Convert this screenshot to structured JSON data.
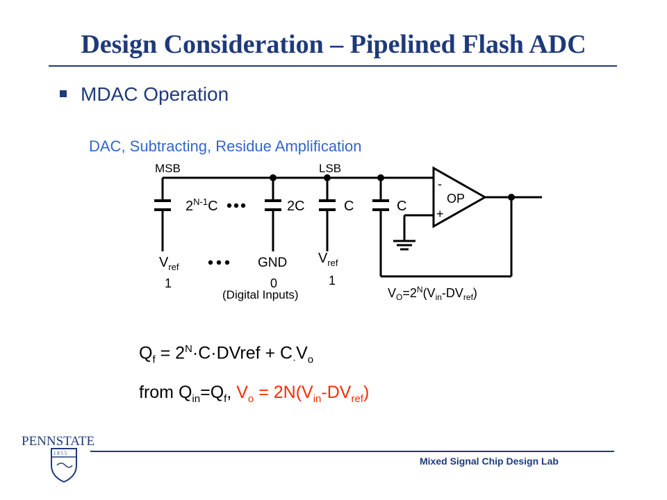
{
  "slide": {
    "title": "Design Consideration – Pipelined Flash ADC",
    "bullet": "MDAC Operation"
  },
  "diagram": {
    "heading": "DAC, Subtracting, Residue Amplification",
    "msb_label": "MSB",
    "lsb_label": "LSB",
    "cap_msb": "C",
    "cap_msb_base": "2",
    "cap_msb_exp": "N-1",
    "cap_2c": "2C",
    "cap_c1": "C",
    "cap_c2": "C",
    "opamp_label": "OP",
    "opamp_minus": "-",
    "opamp_plus": "+",
    "vref_left": "V",
    "vref_left_sub": "ref",
    "gnd_label": "GND",
    "vref_right": "V",
    "vref_right_sub": "ref",
    "bit_left": "1",
    "bit_mid": "0",
    "bit_right": "1",
    "digital_inputs": "(Digital Inputs)",
    "output_eq": {
      "v": "V",
      "o": "O",
      "eq": "=2",
      "n": "N",
      "open": "(V",
      "in": "in",
      "minus": "-DV",
      "ref": "ref",
      "close": ")"
    },
    "colors": {
      "heading": "#3366cc",
      "wire": "#000000"
    }
  },
  "equations": {
    "line1": {
      "q": "Q",
      "f": "f",
      "part1": " = 2",
      "n": "N",
      "part2": "·C·DVref + C",
      "dot": "·",
      "v": "V",
      "o": "o"
    },
    "line2": {
      "from": "from Q",
      "in": "in",
      "eqq": "=Q",
      "f": "f",
      "comma": ", ",
      "v": "V",
      "o": "o",
      "eq2n": " = 2N(V",
      "in2": "in",
      "dv": "-DV",
      "ref": "ref",
      "close": ")"
    },
    "colors": {
      "highlight": "#ff2a00"
    }
  },
  "footer": {
    "logo_text": "PENNSTATE",
    "seal_year": "1 8 5 5",
    "lab": "Mixed Signal Chip Design Lab"
  }
}
